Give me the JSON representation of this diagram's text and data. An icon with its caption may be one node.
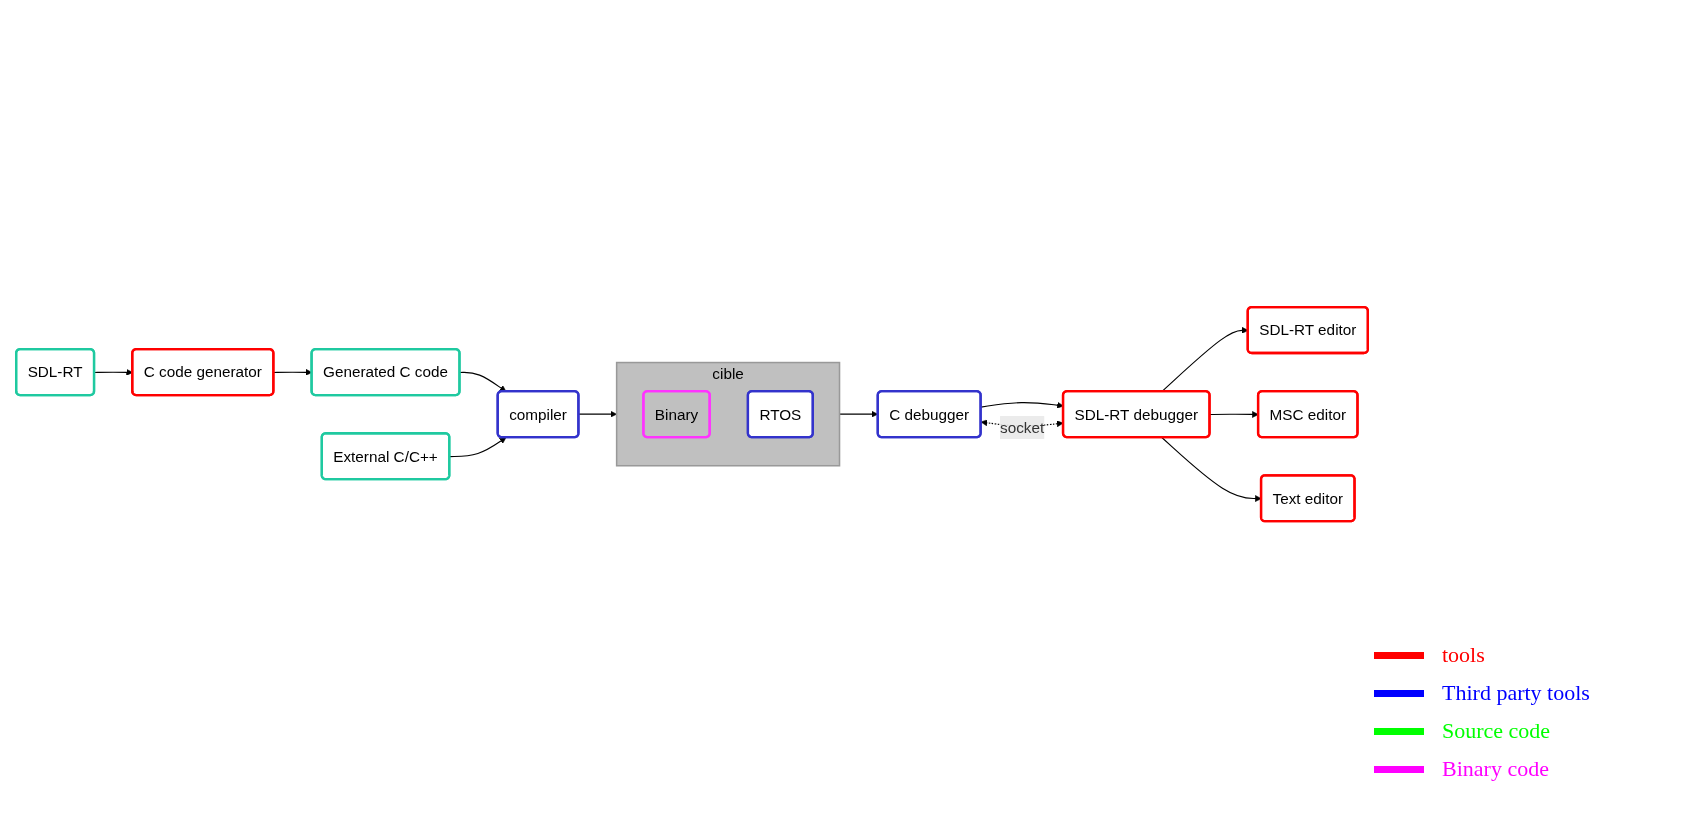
{
  "diagram": {
    "nodes": [
      {
        "text": [
          "SDL-RT"
        ]
      },
      {
        "text": [
          "C code generator"
        ]
      },
      {
        "text": [
          "Generated C code"
        ]
      },
      {
        "text": [
          "compiler"
        ]
      },
      {
        "text": [
          "External C/C++"
        ]
      },
      {
        "text": [
          "cible"
        ]
      },
      {
        "text": [
          "Binary"
        ],
        "in": 5
      },
      {
        "text": [
          "RTOS"
        ],
        "in": 5
      },
      {
        "text": [
          "SDL-RT editor"
        ]
      },
      {
        "text": [
          "MSC editor"
        ]
      },
      {
        "text": [
          "Text editor"
        ]
      },
      {
        "text": [
          "SDL-RT debugger"
        ]
      },
      {
        "text": [
          "C debugger"
        ]
      }
    ],
    "edges": [
      {
        "from": 0,
        "to": 1,
        "arrow": "to"
      },
      {
        "from": 1,
        "to": 2,
        "arrow": "to"
      },
      {
        "from": 2,
        "to": 3,
        "arrow": "to"
      },
      {
        "from": 4,
        "to": 3,
        "arrow": "to"
      },
      {
        "from": 3,
        "to": 5,
        "arrow": "to"
      },
      {
        "from": 5,
        "to": 12,
        "arrow": "to"
      },
      {
        "from": 12,
        "to": 11,
        "arrow": "to"
      },
      {
        "from": 11,
        "to": 8,
        "arrow": "to"
      },
      {
        "from": 11,
        "to": 9,
        "arrow": "to"
      },
      {
        "from": 11,
        "to": 10,
        "arrow": "to"
      },
      {
        "from": 11,
        "to": 12,
        "arrow": "both",
        "style": "dashed",
        "label": "socket"
      }
    ],
    "legend": [
      {
        "text": "tools",
        "color": "#ff0000"
      },
      {
        "text": "Third party tools",
        "color": "#0000ff"
      },
      {
        "text": "Source code",
        "color": "#00ff00"
      },
      {
        "text": "Binary code",
        "color": "#ff00ff"
      }
    ]
  }
}
